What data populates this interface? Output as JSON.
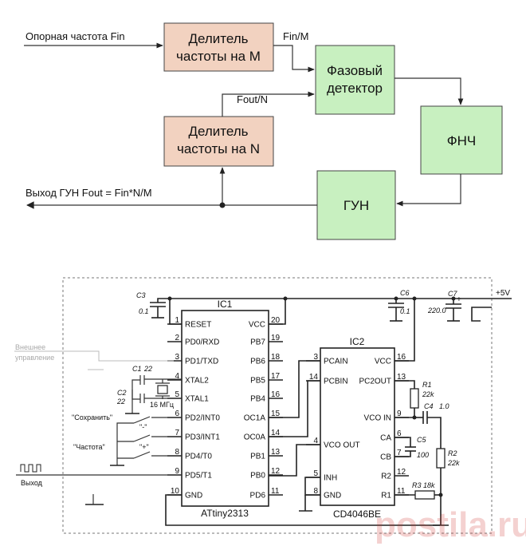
{
  "block_diagram": {
    "inputs": {
      "reference": "Опорная частота Fin",
      "fin_m": "Fin/M",
      "fout_n": "Fout/N",
      "output": "Выход ГУН Fout = Fin*N/M"
    },
    "blocks": {
      "divider_m": [
        "Делитель",
        "частоты на M"
      ],
      "phase_detector": [
        "Фазовый",
        "детектор"
      ],
      "lpf": "ФНЧ",
      "divider_n": [
        "Делитель",
        "частоты на N"
      ],
      "vco": "ГУН"
    }
  },
  "schematic": {
    "supply": "+5V",
    "capacitors": {
      "c3": "C3",
      "c3_val": "0.1",
      "c6": "C6",
      "c6_val": "0.1",
      "c7": "C7",
      "c7_val": "220.0",
      "c7_plus": "+",
      "c1": "C1",
      "c1_val": "22",
      "c2": "C2",
      "c2_val": "22",
      "c4": "C4",
      "c4_val": "1.0",
      "c5": "C5",
      "c5_val": "100"
    },
    "resistors": {
      "r1": "R1",
      "r1_val": "22k",
      "r2": "R2",
      "r2_val": "22k",
      "r3": "R3 18k"
    },
    "crystal": "16 МГц",
    "external_control": [
      "Внешнее",
      "управление"
    ],
    "buttons": {
      "save": "\"Сохранить\"",
      "minus": "\"-\"",
      "plus": "\"+\"",
      "freq": "\"Частота\""
    },
    "output_label": "Выход",
    "ic1": {
      "ref": "IC1",
      "name": "ATtiny2313",
      "left_pins": [
        {
          "num": "1",
          "name": "RESET"
        },
        {
          "num": "2",
          "name": "PD0/RXD"
        },
        {
          "num": "3",
          "name": "PD1/TXD"
        },
        {
          "num": "4",
          "name": "XTAL2"
        },
        {
          "num": "5",
          "name": "XTAL1"
        },
        {
          "num": "6",
          "name": "PD2/INT0"
        },
        {
          "num": "7",
          "name": "PD3/INT1"
        },
        {
          "num": "8",
          "name": "PD4/T0"
        },
        {
          "num": "9",
          "name": "PD5/T1"
        },
        {
          "num": "10",
          "name": "GND"
        }
      ],
      "right_pins": [
        {
          "num": "20",
          "name": "VCC"
        },
        {
          "num": "19",
          "name": "PB7"
        },
        {
          "num": "18",
          "name": "PB6"
        },
        {
          "num": "17",
          "name": "PB5"
        },
        {
          "num": "16",
          "name": "PB4"
        },
        {
          "num": "15",
          "name": "OC1A"
        },
        {
          "num": "14",
          "name": "OC0A"
        },
        {
          "num": "13",
          "name": "PB1"
        },
        {
          "num": "12",
          "name": "PB0"
        },
        {
          "num": "11",
          "name": "PD6"
        }
      ]
    },
    "ic2": {
      "ref": "IC2",
      "name": "CD4046BE",
      "left_pins": [
        {
          "num": "3",
          "name": "PCAIN"
        },
        {
          "num": "14",
          "name": "PCBIN"
        },
        {
          "num": "4",
          "name": "VCO OUT"
        },
        {
          "num": "5",
          "name": "INH"
        },
        {
          "num": "8",
          "name": "GND"
        }
      ],
      "right_pins": [
        {
          "num": "16",
          "name": "VCC"
        },
        {
          "num": "13",
          "name": "PC2OUT"
        },
        {
          "num": "9",
          "name": "VCO IN"
        },
        {
          "num": "6",
          "name": "CA"
        },
        {
          "num": "7",
          "name": "CB"
        },
        {
          "num": "12",
          "name": "R2"
        },
        {
          "num": "11",
          "name": "R1"
        }
      ]
    }
  },
  "watermark": "postila.ru"
}
